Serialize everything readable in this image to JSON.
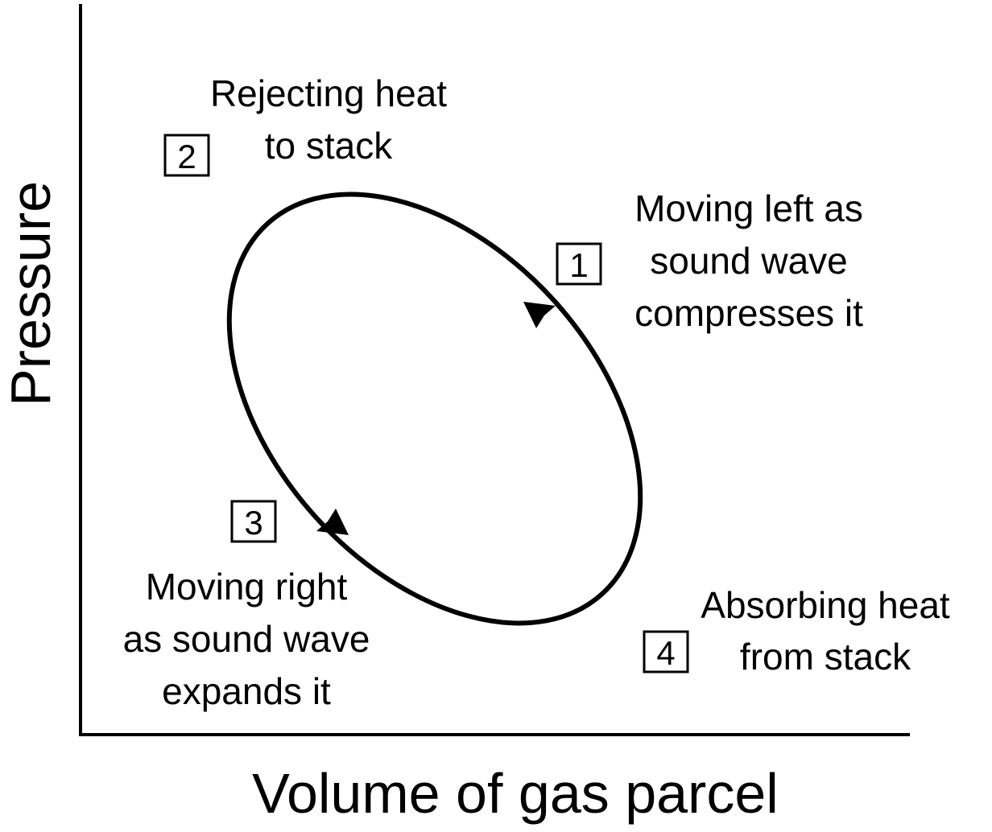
{
  "axes": {
    "y_label": "Pressure",
    "x_label": "Volume of gas parcel"
  },
  "stages": [
    {
      "number": "1",
      "lines": [
        "Moving left as",
        "sound wave",
        "compresses it"
      ]
    },
    {
      "number": "2",
      "lines": [
        "Rejecting heat",
        "to stack"
      ]
    },
    {
      "number": "3",
      "lines": [
        "Moving right",
        "as sound wave",
        "expands it"
      ]
    },
    {
      "number": "4",
      "lines": [
        "Absorbing heat",
        "from stack"
      ]
    }
  ],
  "cycle": {
    "direction": "counterclockwise"
  },
  "colors": {
    "ink": "#000000",
    "background": "#ffffff"
  }
}
